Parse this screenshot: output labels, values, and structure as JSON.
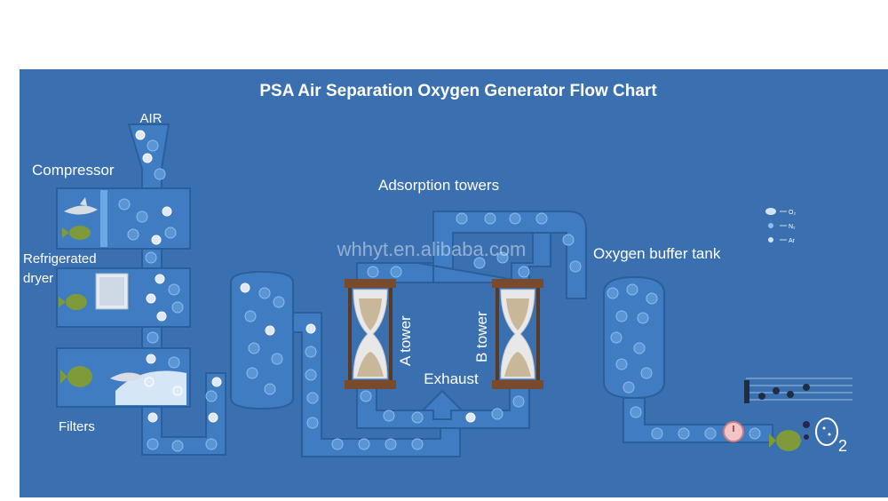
{
  "title": "PSA Air Separation Oxygen Generator Flow Chart",
  "labels": {
    "air": "AIR",
    "compressor": "Compressor",
    "refrigerated_dryer_line1": "Refrigerated",
    "refrigerated_dryer_line2": "dryer",
    "filters": "Filters",
    "adsorption_towers": "Adsorption towers",
    "a_tower": "A tower",
    "b_tower": "B tower",
    "exhaust": "Exhaust",
    "oxygen_buffer_tank": "Oxygen buffer tank",
    "o2_main": "O",
    "o2_sub": "2"
  },
  "legend": [
    {
      "symbol": "O2",
      "text": "O₂"
    },
    {
      "symbol": "N2",
      "text": "N₂"
    },
    {
      "symbol": "Ar",
      "text": "Ar"
    }
  ],
  "watermark": "whhyt.en.alibaba.com",
  "colors": {
    "background": "#3a6fb0",
    "pipe": "#3f7cc1",
    "pipe_edge": "#2b5f9c",
    "hourglass_frame": "#7a4a2c",
    "text": "#ffffff"
  }
}
